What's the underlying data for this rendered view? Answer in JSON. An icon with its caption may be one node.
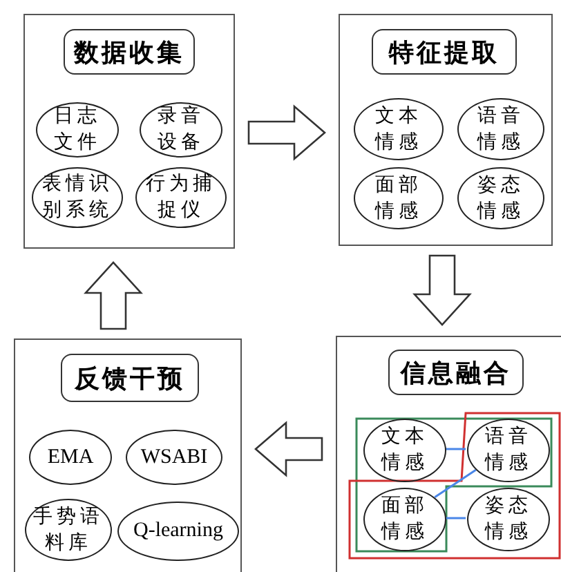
{
  "diagram": {
    "nodes": [
      {
        "text": [],
        "shape": "box"
      },
      {
        "text": [
          "数据收集"
        ],
        "in": 0
      },
      {
        "text": [
          "日志文件"
        ],
        "in": 0
      },
      {
        "text": [
          "录音设备"
        ],
        "in": 0
      },
      {
        "text": [
          "表情识别系统"
        ],
        "in": 0
      },
      {
        "text": [
          "行为捕捉仪"
        ],
        "in": 0
      },
      {
        "text": [],
        "shape": "box"
      },
      {
        "text": [
          "特征提取"
        ],
        "in": 6
      },
      {
        "text": [
          "文本情感"
        ],
        "in": 6
      },
      {
        "text": [
          "语音情感"
        ],
        "in": 6
      },
      {
        "text": [
          "面部情感"
        ],
        "in": 6
      },
      {
        "text": [
          "姿态情感"
        ],
        "in": 6
      },
      {
        "text": [],
        "shape": "box"
      },
      {
        "text": [
          "信息融合"
        ],
        "in": 12
      },
      {
        "text": [
          "文本情感"
        ],
        "in": 12
      },
      {
        "text": [
          "语音情感"
        ],
        "in": 12
      },
      {
        "text": [
          "面部情感"
        ],
        "in": 12
      },
      {
        "text": [
          "姿态情感"
        ],
        "in": 12
      },
      {
        "text": [],
        "shape": "box"
      },
      {
        "text": [
          "反馈干预"
        ],
        "in": 18
      },
      {
        "text": [
          "EMA"
        ],
        "in": 18
      },
      {
        "text": [
          "WSABI"
        ],
        "in": 18
      },
      {
        "text": [
          "手势语料库"
        ],
        "in": 18
      },
      {
        "text": [
          "Q-learning"
        ],
        "in": 18
      }
    ],
    "edges": [
      {
        "from": 0,
        "to": 6,
        "arrow": "to"
      },
      {
        "from": 6,
        "to": 12,
        "arrow": "to"
      },
      {
        "from": 12,
        "to": 18,
        "arrow": "to"
      },
      {
        "from": 18,
        "to": 0,
        "arrow": "to"
      },
      {
        "from": 14,
        "to": 15,
        "arrow": "none",
        "color": "#4a86e8"
      },
      {
        "from": 15,
        "to": 16,
        "arrow": "none",
        "color": "#4a86e8"
      },
      {
        "from": 16,
        "to": 17,
        "arrow": "none",
        "color": "#4a86e8"
      }
    ]
  }
}
